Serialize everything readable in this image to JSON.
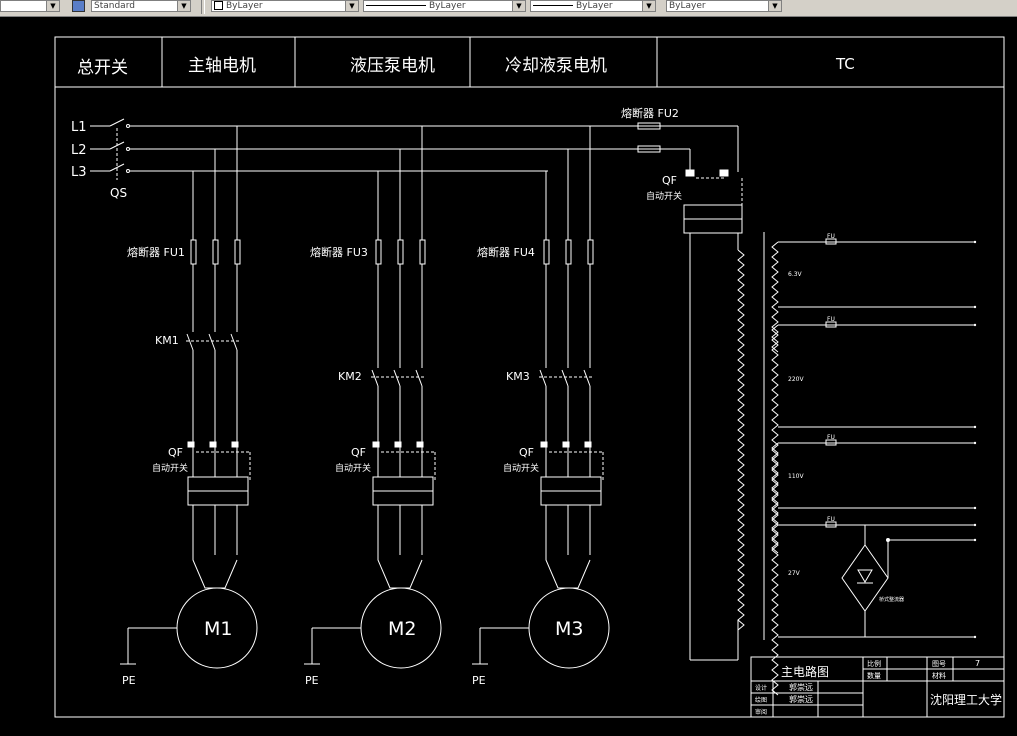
{
  "toolbar": {
    "style": "Standard",
    "color": "ByLayer",
    "linetype": "ByLayer",
    "lineweight": "ByLayer",
    "plotstyle": "ByLayer"
  },
  "header": [
    "总开关",
    "主轴电机",
    "液压泵电机",
    "冷却液泵电机",
    "TC"
  ],
  "lines": [
    "L1",
    "L2",
    "L3"
  ],
  "qs": "QS",
  "fu2": "熔断器 FU2",
  "fuses": [
    "熔断器 FU1",
    "熔断器 FU3",
    "熔断器 FU4"
  ],
  "contactors": [
    "KM1",
    "KM2",
    "KM3"
  ],
  "qf": "QF",
  "auto_switch": "自动开关",
  "motors": [
    "M1",
    "M2",
    "M3"
  ],
  "pe": "PE",
  "tc": {
    "fu": "FU",
    "voltages": [
      "6.3V",
      "220V",
      "110V",
      "27V"
    ],
    "rectifier": "桥式整流器"
  },
  "title_block": {
    "title": "主电路图",
    "scale": "比例",
    "qty": "数量",
    "drawing_no": "图号",
    "drawing_no_value": "7",
    "material": "材料",
    "designer": "设计",
    "drafter": "绘图",
    "reviewer": "审阅",
    "designer_name": "郭崇远",
    "drafter_name": "郭崇远",
    "school": "沈阳理工大学"
  }
}
